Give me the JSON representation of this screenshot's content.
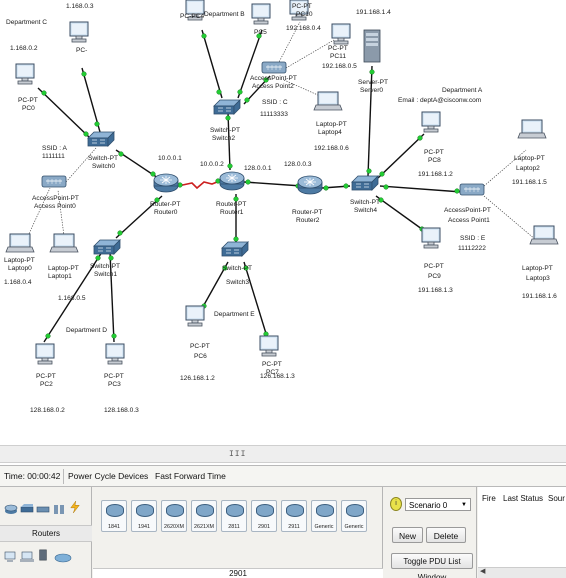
{
  "topology": {
    "texts": {
      "dept_c": "Department C",
      "pc1_ip": "1.168.0.3",
      "pc1_label": "PC-",
      "pc0_ip": "1.168.0.2",
      "pc0_l1": "PC-PT",
      "pc0_l2": "PC0",
      "ssid_a": "SSID : A",
      "ssid_a_num": "1111111",
      "switch0_l1": "Switch-PT",
      "switch0_l2": "Switch0",
      "ap0_l1": "AccessPoint-PT",
      "ap0_l2": "Access Point0",
      "laptop0_l1": "Laptop-PT",
      "laptop0_l2": "Laptop0",
      "laptop0_ip": "1.168.0.4",
      "laptop1_l1": "Laptop-PT",
      "laptop1_l2": "Laptop1",
      "laptop1_ip": "1.168.0.5",
      "switch1_l1": "Switch-PT",
      "switch1_l2": "Switch1",
      "dept_d": "Department D",
      "pc2_l1": "PC-PT",
      "pc2_l2": "PC2",
      "pc2_ip": "128.168.0.2",
      "pc3_l1": "PC-PT",
      "pc3_l2": "PC3",
      "pc3_ip": "128.168.0.3",
      "pc4_label": "PC-PC4",
      "dept_b": "Department B",
      "pc5_label": "PC5",
      "pc10_l1": "PC-PT",
      "pc10_l2": "PC10",
      "pc10_ip": "192.168.0.4",
      "pc11_l1": "PC-PT",
      "pc11_l2": "PC11",
      "pc11_ip": "192.168.0.5",
      "ap2_l1": "AccessPoint-PT",
      "ap2_l2": "Access Point2",
      "ssid_c": "SSID : C",
      "ssid_c_num": "11113333",
      "laptop4_l1": "Laptop-PT",
      "laptop4_l2": "Laptop4",
      "laptop4_ip": "192.168.0.6",
      "switch2_l1": "Switch-PT",
      "switch2_l2": "Switch2",
      "server_ip": "191.168.1.4",
      "server_l1": "Server-PT",
      "server_l2": "Server0",
      "dept_a": "Department A",
      "dept_a_email": "Email : deptA@cisconw.com",
      "pc8_l1": "PC-PT",
      "pc8_l2": "PC8",
      "pc8_ip": "191.168.1.2",
      "laptop2_l1": "Laptop-PT",
      "laptop2_l2": "Laptop2",
      "laptop2_ip": "191.168.1.5",
      "ap1_l1": "AccessPoint-PT",
      "ap1_l2": "Access Point1",
      "ssid_e": "SSID : E",
      "ssid_e_num": "11112222",
      "laptop3_l1": "Laptop-PT",
      "laptop3_l2": "Laptop3",
      "laptop3_ip": "191.168.1.6",
      "pc9_l1": "PC-PT",
      "pc9_l2": "PC9",
      "pc9_ip": "191.168.1.3",
      "switch4_l1": "Switch-PT",
      "switch4_l2": "Switch4",
      "router0_l1": "Router-PT",
      "router0_l2": "Router0",
      "router0_ip": "10.0.0.1",
      "router1_l1": "Router-PT",
      "router1_l2": "Router1",
      "router1_ip": "10.0.0.2",
      "router1_ip2": "128.0.0.1",
      "router2_l1": "Router-PT",
      "router2_l2": "Router2",
      "router2_ip": "128.0.0.3",
      "switch3_l1": "Switch-PT",
      "switch3_l2": "Switch3",
      "dept_e": "Department E",
      "pc6_l1": "PC-PT",
      "pc6_l2": "PC6",
      "pc6_ip": "126.168.1.2",
      "pc7_l1": "PC-PT",
      "pc7_l2": "PC7",
      "pc7_ip": "126.168.1.3"
    }
  },
  "scrollbar": {
    "grip": "III"
  },
  "timebar": {
    "time": "Time: 00:00:42",
    "power_cycle": "Power Cycle Devices",
    "fast_forward": "Fast Forward Time"
  },
  "device_panel": {
    "category_label": "Routers",
    "category_icons": [
      "router-icon",
      "switch-icon",
      "hub-icon",
      "wireless-icon",
      "lightning-icon",
      "pc-icon",
      "laptop-icon",
      "server-icon",
      "cloud-icon"
    ],
    "models": [
      "1841",
      "1941",
      "2620XM",
      "2621XM",
      "2811",
      "2901",
      "2911",
      "Generic",
      "Generic"
    ],
    "caption": "2901"
  },
  "scenario_panel": {
    "scenario_value": "Scenario 0",
    "new_label": "New",
    "delete_label": "Delete",
    "toggle_label": "Toggle PDU List Window"
  },
  "pdu_list": {
    "headers": [
      "Fire",
      "Last Status",
      "Sour"
    ]
  },
  "colors": {
    "serial_link": "#cc1f1f",
    "link_up": "#22cc33"
  }
}
